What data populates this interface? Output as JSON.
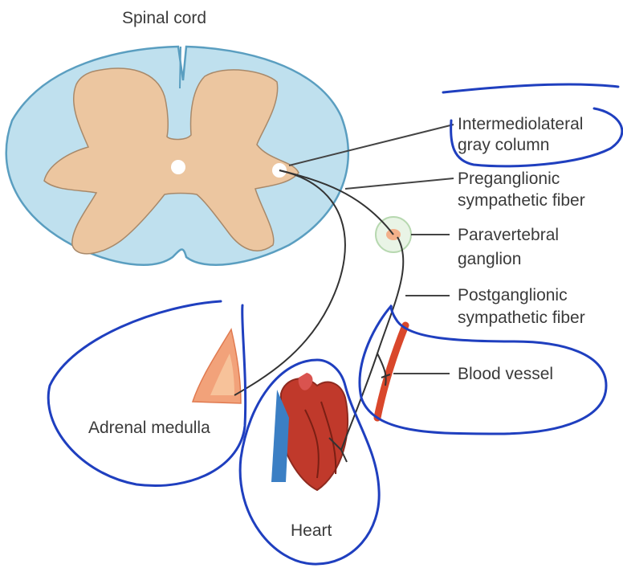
{
  "diagram": {
    "title": "Spinal cord",
    "labels": {
      "intermediolateral_line1": "Intermediolateral",
      "intermediolateral_line2": "gray column",
      "preganglionic_line1": "Preganglionic",
      "preganglionic_line2": "sympathetic fiber",
      "paravertebral_line1": "Paravertebral",
      "paravertebral_line2": "ganglion",
      "postganglionic_line1": "Postganglionic",
      "postganglionic_line2": "sympathetic fiber",
      "blood_vessel": "Blood vessel",
      "adrenal_medulla": "Adrenal medulla",
      "heart": "Heart"
    },
    "colors": {
      "white_matter": "#bfe0ee",
      "gray_matter": "#ecc6a0",
      "outline": "#5a9ec0",
      "fiber": "#333333",
      "annotation_ink": "#1f3fbf",
      "vessel": "#d9472b",
      "adrenal": "#f2a27a"
    }
  }
}
